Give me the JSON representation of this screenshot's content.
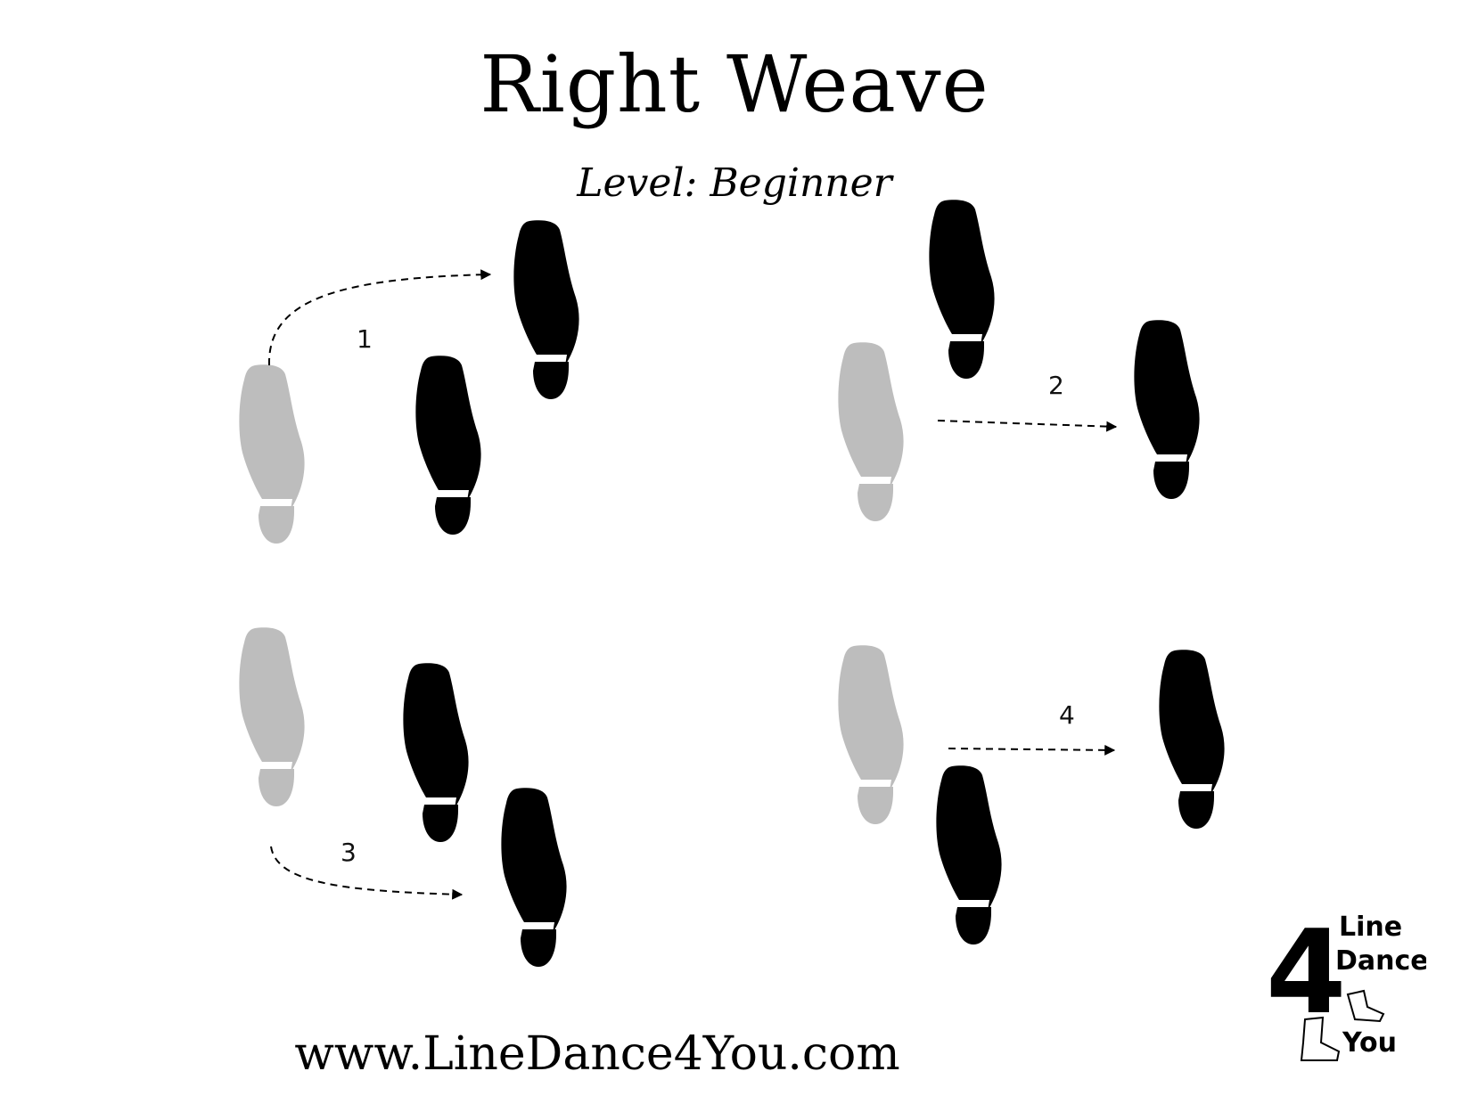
{
  "header": {
    "title": "Right Weave",
    "subtitle": "Level: Beginner"
  },
  "steps": [
    {
      "number": "1"
    },
    {
      "number": "2"
    },
    {
      "number": "3"
    },
    {
      "number": "4"
    }
  ],
  "footer": {
    "website": "www.LineDance4You.com"
  },
  "logo": {
    "digit": "4",
    "line1": "Line",
    "line2": "Dance",
    "line3": "You"
  },
  "colors": {
    "active_foot": "#000000",
    "inactive_foot": "#bdbdbd",
    "arrow": "#000000"
  }
}
